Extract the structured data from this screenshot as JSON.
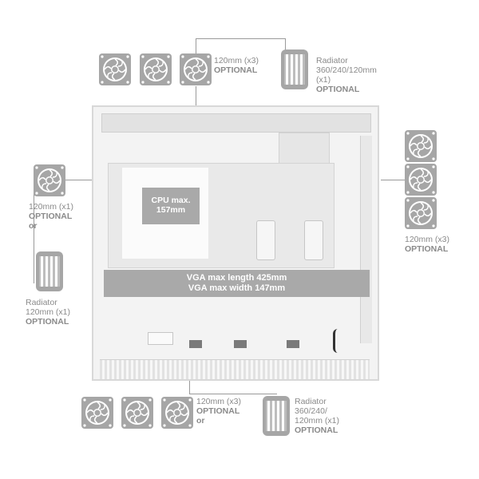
{
  "top_fans": {
    "line1": "120mm (x3)",
    "line2": "OPTIONAL",
    "icon": "fan-icon"
  },
  "top_radiator": {
    "line1": "Radiator",
    "line2": "360/240/120mm",
    "line3": "(x1)",
    "line4": "OPTIONAL",
    "icon": "radiator-icon"
  },
  "left_fan": {
    "line1": "120mm (x1)",
    "line2": "OPTIONAL",
    "line3": "or"
  },
  "left_radiator": {
    "line1": "Radiator",
    "line2": "120mm (x1)",
    "line3": "OPTIONAL"
  },
  "right_fans": {
    "line1": "120mm (x3)",
    "line2": "OPTIONAL"
  },
  "bottom_fans": {
    "line1": "120mm (x3)",
    "line2": "OPTIONAL",
    "line3": "or"
  },
  "bottom_radiator": {
    "line1": "Radiator",
    "line2": "360/240/",
    "line3": "120mm (x1)",
    "line4": "OPTIONAL"
  },
  "cpu_box": {
    "line1": "CPU max.",
    "line2": "157mm"
  },
  "vga_box": {
    "line1": "VGA max length 425mm",
    "line2": "VGA max width 147mm"
  },
  "colors": {
    "icon_gray": "#a6a6a6",
    "label_gray": "#8a8a8a",
    "case_white": "#f3f3f3"
  }
}
